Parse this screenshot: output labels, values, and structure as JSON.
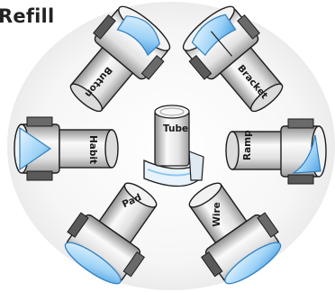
{
  "title": "Refill",
  "parts": {
    "center": "Tube",
    "top_left": "Button",
    "top_right": "Bracket",
    "left": "Habit",
    "right": "Ramp",
    "bottom_left": "Pad",
    "bottom_right": "Wire"
  },
  "colors": {
    "accent": "#8cc8f0",
    "accent_dark": "#3a8fd0",
    "outline": "#1c1c1c",
    "body_light": "#f2f2f2",
    "body_dark": "#9a9a9a"
  }
}
